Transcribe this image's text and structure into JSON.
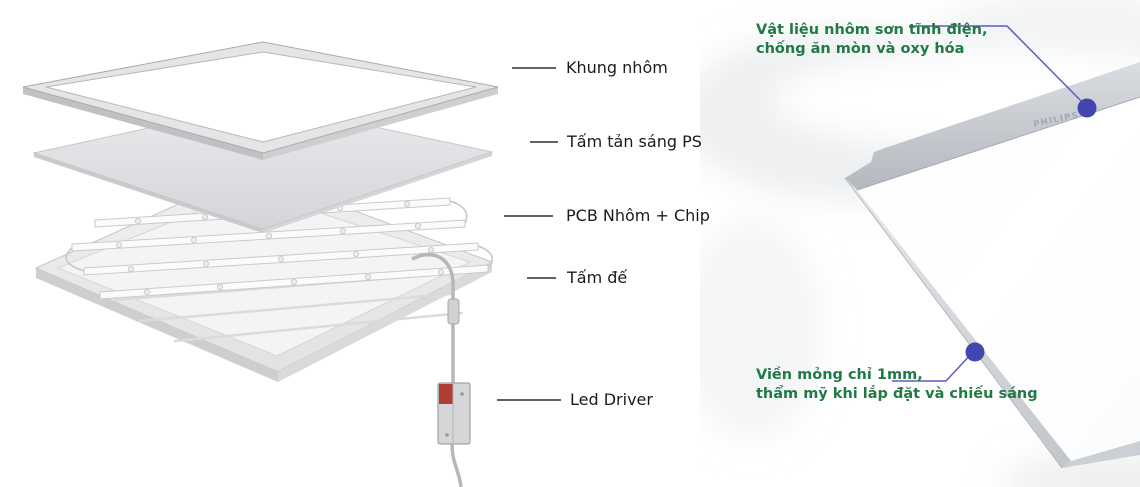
{
  "diagram": {
    "parts": [
      {
        "label": "Khung nhôm"
      },
      {
        "label": "Tấm tản sáng PS"
      },
      {
        "label": "PCB Nhôm + Chip"
      },
      {
        "label": "Tấm đế"
      },
      {
        "label": "Led Driver"
      }
    ]
  },
  "photo": {
    "brand": "PHILIPS",
    "annotations": [
      {
        "line1": "Vật liệu nhôm sơn tĩnh điện,",
        "line2": "chống ăn mòn và oxy hóa"
      },
      {
        "line1": "Viền mỏng chỉ 1mm,",
        "line2": "thẩm mỹ khi lắp đặt và chiếu sáng"
      }
    ]
  },
  "colors": {
    "annotation_green": "#217a46",
    "callout_purple_line": "#5b5dbb",
    "callout_purple_dot": "#4446b0",
    "leader_line_gray": "#4a4c4e",
    "label_text": "#1b1b1b",
    "driver_red": "#ae3e33",
    "metal_gray": "#ccd0d4"
  }
}
